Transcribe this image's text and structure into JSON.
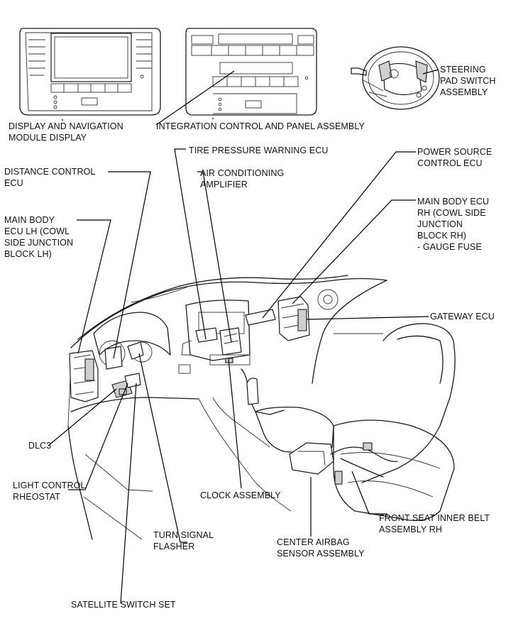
{
  "labels": {
    "display_nav": "DISPLAY AND NAVIGATION\nMODULE DISPLAY",
    "integration_panel": "INTEGRATION CONTROL AND PANEL ASSEMBLY",
    "steering_pad": "STEERING\nPAD SWITCH\nASSEMBLY",
    "tire_pressure": "TIRE PRESSURE WARNING ECU",
    "power_source": "POWER SOURCE\nCONTROL ECU",
    "distance_control": "DISTANCE CONTROL\nECU",
    "air_conditioning": "AIR CONDITIONING\nAMPLIFIER",
    "main_body_rh": "MAIN BODY ECU\nRH (COWL SIDE\nJUNCTION\nBLOCK RH)\n- GAUGE FUSE",
    "main_body_lh": "MAIN BODY\nECU LH (COWL\nSIDE JUNCTION\nBLOCK LH)",
    "gateway": "GATEWAY ECU",
    "dlc3": "DLC3",
    "light_control": "LIGHT CONTROL\nRHEOSTAT",
    "clock": "CLOCK ASSEMBLY",
    "front_seat_belt": "FRONT SEAT INNER BELT\nASSEMBLY RH",
    "turn_signal": "TURN SIGNAL\nFLASHER",
    "center_airbag": "CENTER AIRBAG\nSENSOR ASSEMBLY",
    "satellite_switch": "SATELLITE SWITCH SET"
  }
}
